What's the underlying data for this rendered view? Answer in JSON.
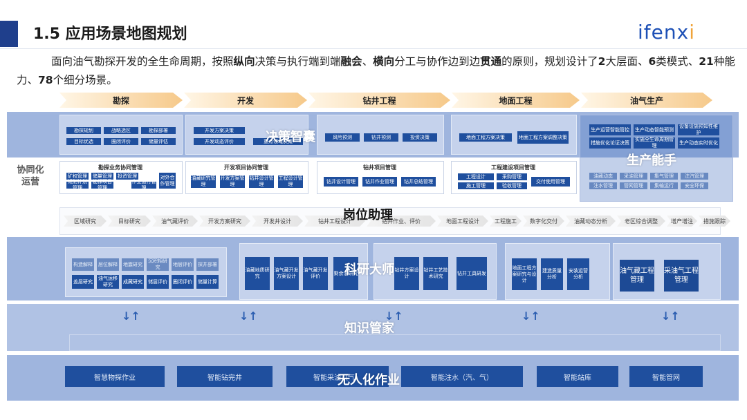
{
  "header": {
    "title": "1.5 应用场景地图规划",
    "logo_main": "ifenx",
    "logo_tail": "i"
  },
  "intro": {
    "p1": "面向油气勘探开发的全生命周期，按照",
    "b1": "纵向",
    "p2": "决策与执行端到端",
    "b2": "融会",
    "p3": "、",
    "b3": "横向",
    "p4": "分工与协作边到边",
    "b4": "贯通",
    "p5": "的原则，规划设计了",
    "b5": "2",
    "p6": "大层面、",
    "b6": "6",
    "p7": "类模式、",
    "b7": "21",
    "p8": "种能力、",
    "b8": "78",
    "p9": "个细分场景。"
  },
  "phases": [
    "勘探",
    "开发",
    "钻井工程",
    "地面工程",
    "油气生产"
  ],
  "overlays": {
    "decision": "决策智囊",
    "production": "生产能手",
    "post": "岗位助理",
    "research": "科研大师",
    "knowledge": "知识管家",
    "unmanned": "无人化作业"
  },
  "decision_layer": {
    "g1": [
      "勘探规划",
      "战略选区",
      "勘探部署",
      "目标优选",
      "圈闭评价",
      "储量评估"
    ],
    "g2": [
      "开发方案决策",
      "开发动态评价",
      "重点领域决策"
    ],
    "g3": [
      "风险预测",
      "钻井预测",
      "投资决策"
    ],
    "g4": [
      "地面工程方案决策",
      "地面工程方案调整决策"
    ],
    "g5": [
      "生产运营智能管控",
      "生产动态智能预测",
      "设备设施预知性维护",
      "措施优化论证决策",
      "实施全生命周期管理",
      "生产动态实时优化"
    ]
  },
  "collab": {
    "label_l1": "协同化",
    "label_l2": "运营",
    "g1_title": "勘探业务协同管理",
    "g1": [
      "矿权管理",
      "储量管理",
      "投资管理",
      "对外合作管理",
      "规划计划管理",
      "勘探项目管理",
      "作业运行管理"
    ],
    "g2_title": "开发项目协同管理",
    "g2": [
      "油藏研究管理",
      "开发方案管理",
      "钻井设计管理",
      "工程设计管理"
    ],
    "g3_title": "钻井项目管理",
    "g3": [
      "钻井设计管理",
      "钻井作业管理",
      "钻井总结管理"
    ],
    "g4_title": "工程建设项目管理",
    "g4": [
      "工程设计",
      "采购管理",
      "施工管理",
      "验收管理",
      "交付使用管理"
    ],
    "g5": [
      "油藏动态",
      "采油管理",
      "集气管理",
      "注汽管理",
      "注水管理",
      "管网管理",
      "集输运行",
      "安全环保"
    ]
  },
  "posts": [
    "区域研究",
    "目标研究",
    "油气藏评价",
    "开发方案研究",
    "开发井设计",
    "钻井工程设计",
    "钻井作业、评价",
    "地面工程设计",
    "工程施工",
    "数字化交付",
    "油藏动态分析",
    "老区综合调整",
    "增产增注",
    "措施跟踪"
  ],
  "research": {
    "g1_top": [
      "构造解释",
      "层位解释",
      "地震研究",
      "沉积相研究",
      "地层评价",
      "探井部署"
    ],
    "g1_bot": [
      "盖层研究",
      "油气运移研究",
      "成藏研究",
      "储层评价",
      "圈闭评价",
      "储量计算"
    ],
    "g2": [
      "油藏地质研究",
      "油气藏开发方案设计",
      "油气藏开发评价",
      "剩余油研究"
    ],
    "g3": [
      "钻井方案设计",
      "钻井工艺技术研究",
      "钻井工具研发"
    ],
    "g4": [
      "地面工程方案研究与设计",
      "建造质量分析",
      "安装运营分析"
    ],
    "g5": [
      "油气藏工程管理",
      "采油气工程管理"
    ]
  },
  "knowledge": {
    "arrows": [
      "↓↑",
      "↓↑",
      "↓↑",
      "↓↑",
      "↓↑"
    ]
  },
  "unmanned": [
    "智慧物探作业",
    "智能钻完井",
    "智能采油（气）",
    "智能注水（汽、气）",
    "智能站库",
    "智能管网"
  ]
}
